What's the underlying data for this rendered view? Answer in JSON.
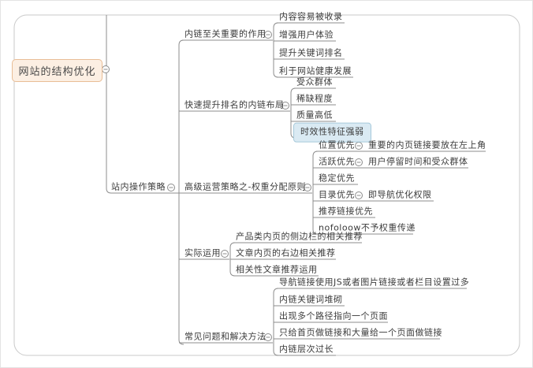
{
  "colors": {
    "root_fill": "#fcefe3",
    "root_border": "#e9bd96",
    "highlight_fill": "#daeaf3",
    "highlight_border": "#a6c9da",
    "line": "#8c8c8c",
    "text": "#3b3b3b",
    "frame": "#c9c9c9"
  },
  "root": {
    "label": "网站的结构优化"
  },
  "trunk": {
    "label": "站内操作策略"
  },
  "sections": [
    {
      "label": "内链至关重要的作用",
      "children": [
        {
          "label": "内容容易被收录"
        },
        {
          "label": "增强用户体验"
        },
        {
          "label": "提升关键词排名"
        },
        {
          "label": "利于网站健康发展"
        }
      ]
    },
    {
      "label": "快速提升排名的内链布局",
      "children": [
        {
          "label": "受众群体"
        },
        {
          "label": "稀缺程度"
        },
        {
          "label": "质量高低"
        },
        {
          "label": "时效性特征强弱",
          "highlighted": true
        }
      ]
    },
    {
      "label": "高级运营策略之-权重分配原则",
      "children": [
        {
          "label": "位置优先",
          "detail": "重要的内页链接要放在左上角"
        },
        {
          "label": "活跃优先",
          "detail": "用户停留时间和受众群体"
        },
        {
          "label": "稳定优先"
        },
        {
          "label": "目录优先",
          "detail": "即导航优化权限"
        },
        {
          "label": "推荐链接优先"
        },
        {
          "label": "nofoloow不予权重传递"
        }
      ]
    },
    {
      "label": "实际运用",
      "children": [
        {
          "label": "产品类内页的侧边栏的相关推荐"
        },
        {
          "label": "文章内页的右边相关推荐"
        },
        {
          "label": "相关性文章推荐运用"
        }
      ]
    },
    {
      "label": "常见问题和解决方法",
      "children": [
        {
          "label": "导航链接使用JS或者图片链接或者栏目设置过多"
        },
        {
          "label": "内链关键词堆砌"
        },
        {
          "label": "出现多个路径指向一个页面"
        },
        {
          "label": "只给首页做链接和大量给一个页面做链接"
        },
        {
          "label": "内链层次过长"
        }
      ]
    }
  ]
}
